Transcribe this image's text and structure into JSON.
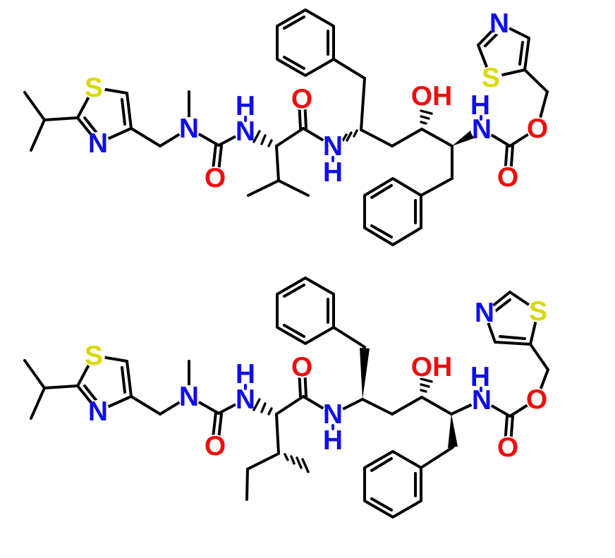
{
  "canvas": {
    "background": "#ffffff"
  },
  "colors": {
    "bond": "#000000",
    "nitrogen": "#0f0fe8",
    "oxygen": "#f00c0c",
    "sulfur": "#d9d900"
  },
  "atom_labels": {
    "sulfur": "S",
    "nitrogen": "N",
    "oxygen": "O",
    "hydrogen": "H",
    "hydroxyl": "OH"
  }
}
